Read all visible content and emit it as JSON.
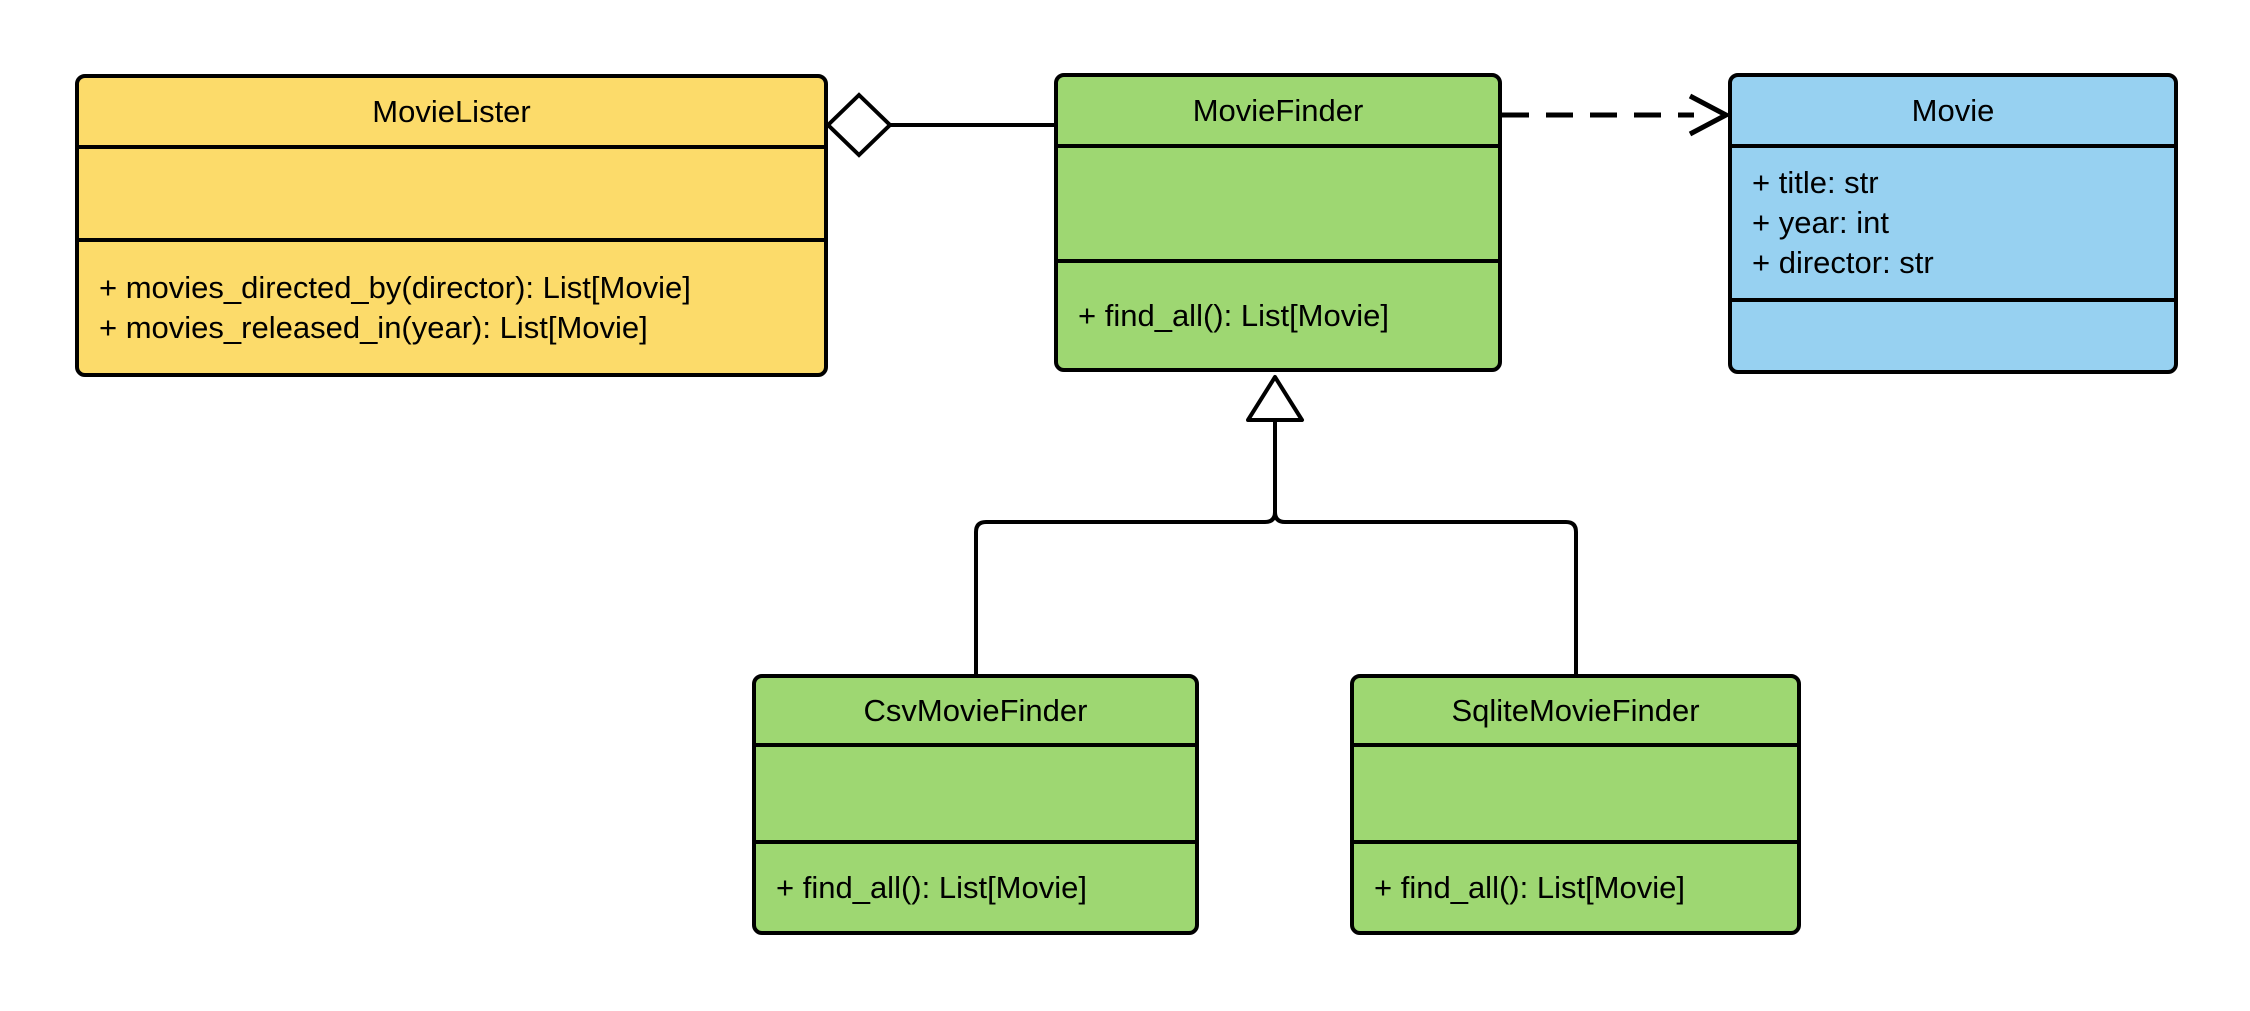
{
  "diagram": {
    "type": "uml-class-diagram",
    "background_color": "#ffffff",
    "line_color": "#000000",
    "marker_fill_color": "#ffffff",
    "classes": [
      {
        "name": "MovieLister",
        "fill": "#FCDB6A",
        "attributes": [],
        "methods": [
          "+ movies_directed_by(director): List[Movie]",
          "+ movies_released_in(year): List[Movie]"
        ]
      },
      {
        "name": "MovieFinder",
        "fill": "#9ED772",
        "attributes": [],
        "methods": [
          "+ find_all(): List[Movie]"
        ]
      },
      {
        "name": "Movie",
        "fill": "#97D1F1",
        "attributes": [
          "+ title: str",
          "+ year: int",
          "+ director: str"
        ],
        "methods": []
      },
      {
        "name": "CsvMovieFinder",
        "fill": "#9ED772",
        "attributes": [],
        "methods": [
          "+ find_all(): List[Movie]"
        ]
      },
      {
        "name": "SqliteMovieFinder",
        "fill": "#9ED772",
        "attributes": [],
        "methods": [
          "+ find_all(): List[Movie]"
        ]
      }
    ],
    "relationships": [
      {
        "type": "aggregation",
        "from": "MovieLister",
        "to": "MovieFinder",
        "marker": "hollow-diamond",
        "line": "solid"
      },
      {
        "type": "dependency",
        "from": "MovieFinder",
        "to": "Movie",
        "marker": "open-arrow",
        "line": "dashed"
      },
      {
        "type": "inheritance",
        "from": "CsvMovieFinder",
        "to": "MovieFinder",
        "marker": "hollow-triangle",
        "line": "solid"
      },
      {
        "type": "inheritance",
        "from": "SqliteMovieFinder",
        "to": "MovieFinder",
        "marker": "hollow-triangle",
        "line": "solid"
      }
    ]
  }
}
